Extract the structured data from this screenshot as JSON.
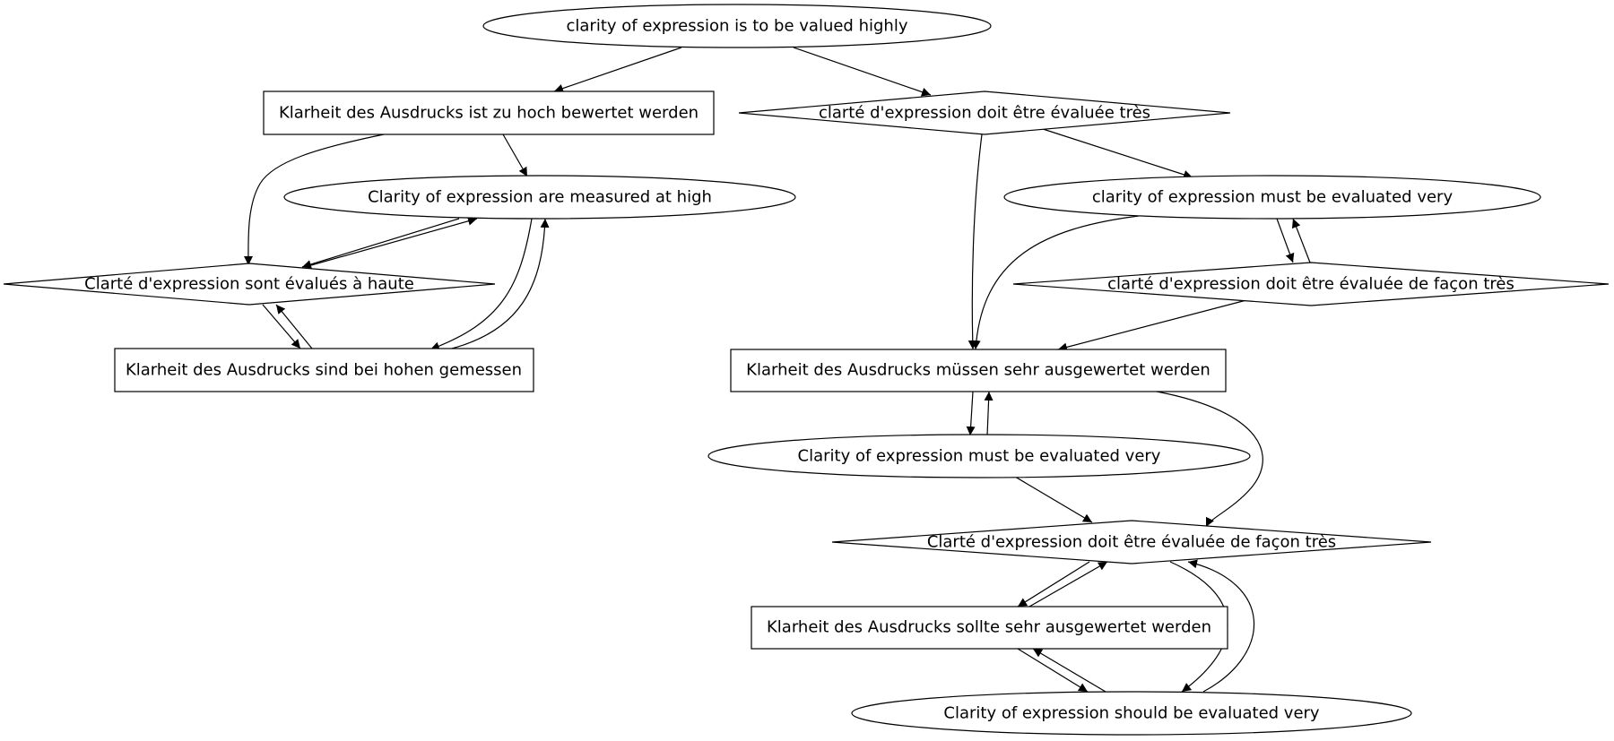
{
  "graph": {
    "nodes": [
      {
        "id": "n1",
        "label": "clarity of expression is to be valued highly",
        "shape": "ellipse"
      },
      {
        "id": "n2",
        "label": "Klarheit des Ausdrucks ist zu hoch bewertet werden",
        "shape": "box"
      },
      {
        "id": "n3",
        "label": "clarté d'expression doit être évaluée très",
        "shape": "diamond"
      },
      {
        "id": "n4",
        "label": "Clarity of expression are measured at high",
        "shape": "ellipse"
      },
      {
        "id": "n5",
        "label": "Clarté d'expression sont évalués à haute",
        "shape": "diamond"
      },
      {
        "id": "n6",
        "label": "Klarheit des Ausdrucks sind bei hohen gemessen",
        "shape": "box"
      },
      {
        "id": "n7",
        "label": "clarity of expression must be evaluated very",
        "shape": "ellipse"
      },
      {
        "id": "n8",
        "label": "clarté d'expression doit être évaluée de façon très",
        "shape": "diamond"
      },
      {
        "id": "n9",
        "label": "Klarheit des Ausdrucks müssen sehr ausgewertet werden",
        "shape": "box"
      },
      {
        "id": "n10",
        "label": "Clarity of expression must be evaluated very",
        "shape": "ellipse"
      },
      {
        "id": "n11",
        "label": "Clarté d'expression doit être évaluée de façon très",
        "shape": "diamond"
      },
      {
        "id": "n12",
        "label": "Klarheit des Ausdrucks sollte sehr ausgewertet werden",
        "shape": "box"
      },
      {
        "id": "n13",
        "label": "Clarity of expression should be evaluated very",
        "shape": "ellipse"
      }
    ],
    "edges": [
      {
        "from": "n1",
        "to": "n2"
      },
      {
        "from": "n1",
        "to": "n3"
      },
      {
        "from": "n2",
        "to": "n4"
      },
      {
        "from": "n2",
        "to": "n5"
      },
      {
        "from": "n4",
        "to": "n5"
      },
      {
        "from": "n5",
        "to": "n4"
      },
      {
        "from": "n4",
        "to": "n6"
      },
      {
        "from": "n6",
        "to": "n4"
      },
      {
        "from": "n5",
        "to": "n6"
      },
      {
        "from": "n6",
        "to": "n5"
      },
      {
        "from": "n3",
        "to": "n7"
      },
      {
        "from": "n3",
        "to": "n9"
      },
      {
        "from": "n7",
        "to": "n9"
      },
      {
        "from": "n7",
        "to": "n8"
      },
      {
        "from": "n8",
        "to": "n7"
      },
      {
        "from": "n8",
        "to": "n9"
      },
      {
        "from": "n9",
        "to": "n10"
      },
      {
        "from": "n10",
        "to": "n9"
      },
      {
        "from": "n9",
        "to": "n11"
      },
      {
        "from": "n10",
        "to": "n11"
      },
      {
        "from": "n11",
        "to": "n12"
      },
      {
        "from": "n12",
        "to": "n11"
      },
      {
        "from": "n11",
        "to": "n13"
      },
      {
        "from": "n13",
        "to": "n11"
      },
      {
        "from": "n12",
        "to": "n13"
      },
      {
        "from": "n13",
        "to": "n12"
      }
    ]
  }
}
